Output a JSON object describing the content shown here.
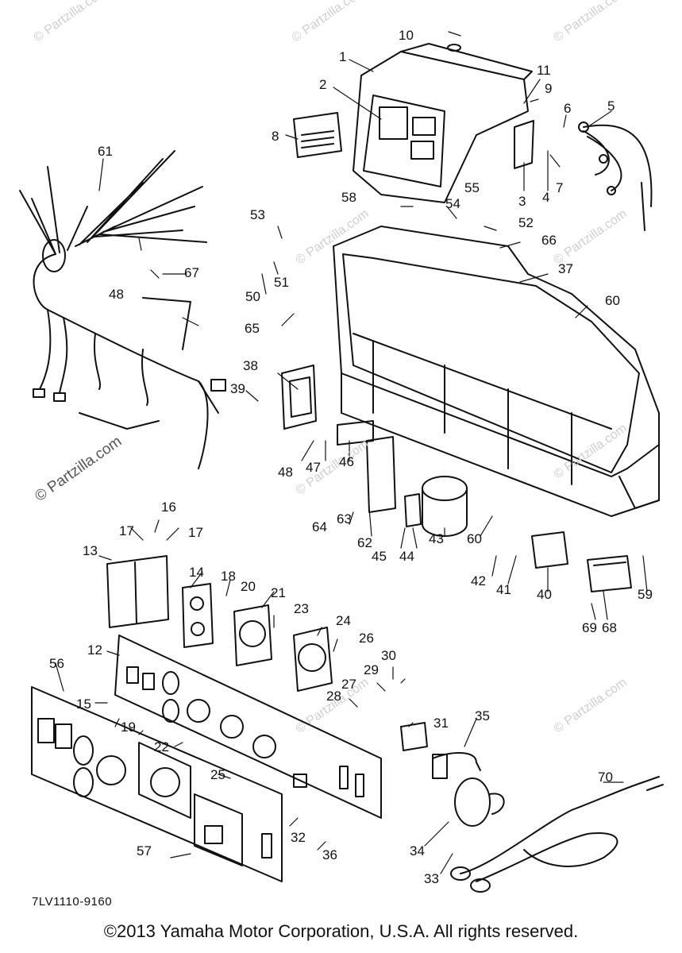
{
  "callouts": [
    {
      "id": "1",
      "label": "1"
    },
    {
      "id": "2",
      "label": "2"
    },
    {
      "id": "3",
      "label": "3"
    },
    {
      "id": "4",
      "label": "4"
    },
    {
      "id": "5",
      "label": "5"
    },
    {
      "id": "6",
      "label": "6"
    },
    {
      "id": "7",
      "label": "7"
    },
    {
      "id": "8",
      "label": "8"
    },
    {
      "id": "9",
      "label": "9"
    },
    {
      "id": "10",
      "label": "10"
    },
    {
      "id": "11",
      "label": "11"
    },
    {
      "id": "12",
      "label": "12"
    },
    {
      "id": "13",
      "label": "13"
    },
    {
      "id": "14",
      "label": "14"
    },
    {
      "id": "15",
      "label": "15"
    },
    {
      "id": "16",
      "label": "16"
    },
    {
      "id": "17a",
      "label": "17"
    },
    {
      "id": "17b",
      "label": "17"
    },
    {
      "id": "18",
      "label": "18"
    },
    {
      "id": "19",
      "label": "19"
    },
    {
      "id": "20",
      "label": "20"
    },
    {
      "id": "21",
      "label": "21"
    },
    {
      "id": "22",
      "label": "22"
    },
    {
      "id": "23",
      "label": "23"
    },
    {
      "id": "24",
      "label": "24"
    },
    {
      "id": "25",
      "label": "25"
    },
    {
      "id": "26",
      "label": "26"
    },
    {
      "id": "27",
      "label": "27"
    },
    {
      "id": "28",
      "label": "28"
    },
    {
      "id": "29",
      "label": "29"
    },
    {
      "id": "30",
      "label": "30"
    },
    {
      "id": "31",
      "label": "31"
    },
    {
      "id": "32",
      "label": "32"
    },
    {
      "id": "33",
      "label": "33"
    },
    {
      "id": "34",
      "label": "34"
    },
    {
      "id": "35",
      "label": "35"
    },
    {
      "id": "36",
      "label": "36"
    },
    {
      "id": "37",
      "label": "37"
    },
    {
      "id": "38",
      "label": "38"
    },
    {
      "id": "39",
      "label": "39"
    },
    {
      "id": "40",
      "label": "40"
    },
    {
      "id": "41",
      "label": "41"
    },
    {
      "id": "42",
      "label": "42"
    },
    {
      "id": "43",
      "label": "43"
    },
    {
      "id": "44",
      "label": "44"
    },
    {
      "id": "45",
      "label": "45"
    },
    {
      "id": "46",
      "label": "46"
    },
    {
      "id": "47",
      "label": "47"
    },
    {
      "id": "48a",
      "label": "48"
    },
    {
      "id": "48b",
      "label": "48"
    },
    {
      "id": "50",
      "label": "50"
    },
    {
      "id": "51",
      "label": "51"
    },
    {
      "id": "52",
      "label": "52"
    },
    {
      "id": "53",
      "label": "53"
    },
    {
      "id": "54",
      "label": "54"
    },
    {
      "id": "55",
      "label": "55"
    },
    {
      "id": "56",
      "label": "56"
    },
    {
      "id": "57",
      "label": "57"
    },
    {
      "id": "58",
      "label": "58"
    },
    {
      "id": "59",
      "label": "59"
    },
    {
      "id": "60a",
      "label": "60"
    },
    {
      "id": "60b",
      "label": "60"
    },
    {
      "id": "61",
      "label": "61"
    },
    {
      "id": "62",
      "label": "62"
    },
    {
      "id": "63",
      "label": "63"
    },
    {
      "id": "64",
      "label": "64"
    },
    {
      "id": "65",
      "label": "65"
    },
    {
      "id": "66",
      "label": "66"
    },
    {
      "id": "67",
      "label": "67"
    },
    {
      "id": "68",
      "label": "68"
    },
    {
      "id": "69",
      "label": "69"
    },
    {
      "id": "70",
      "label": "70"
    }
  ],
  "watermark": "© Partzilla.com",
  "part_number": "7LV1110-9160",
  "copyright": "©2013  Yamaha Motor Corporation, U.S.A. All rights reserved."
}
